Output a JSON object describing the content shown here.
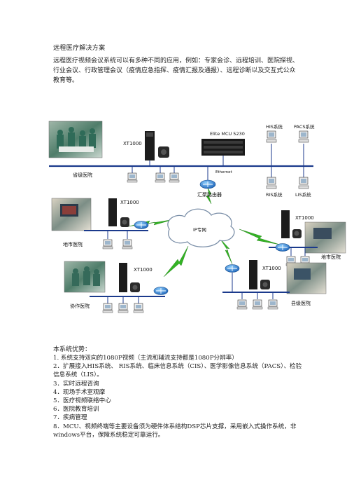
{
  "doc": {
    "title": "远程医疗解决方案",
    "intro": "远程医疗视频会议系统可以有多种不同的应用，例如：专家会诊、远程培训、医院探视、行业会议、行政管理会议（疫情应急指挥、疫情汇报及通报）、远程诊断以及交互式公众教育等。",
    "adv_heading": "本系统优势：",
    "advantages": [
      "1.  系统支持双向的1080P视频（主流和辅流支持都是1080P分辨率）",
      "2．扩展接入HIS系统、 RIS系统、临床信息系统（CIS）、医学影像信息系统（PACS）、检验信息系统（LIS）。",
      "3．实时远程咨询",
      "4．现场手术室观摩",
      "5．医疗视频联络中心",
      "6．医院教育培训",
      "7．疾病管理",
      "8．MCU、视频终端等主要设备须为硬件体系结构DSP芯片支撑，采用嵌入式操作系统，非windows平台，保障系统稳定可靠运行。"
    ]
  },
  "diagram": {
    "xt_top": "XT1000",
    "mcu": "Elite MCU 5230",
    "his": "HIS系统",
    "pacs": "PACS系统",
    "ris": "RIS系统",
    "lis": "LIS系统",
    "provincial": "省级医院",
    "ethernet": "Ethernet",
    "router_main": "汇聚路由器",
    "ipnet": "IP专网",
    "xt_left": "XT1000",
    "city_left": "地市医院",
    "xt_right": "XT1000",
    "city_right": "地市医院",
    "xt_bl": "XT1000",
    "coop": "协作医院",
    "xt_br": "XT1000",
    "county": "县级医院"
  },
  "colors": {
    "bus": "#1b3a8c",
    "lightning": "#33b324",
    "router": "#2a7fd4",
    "cloud": "#7b8fa8"
  }
}
